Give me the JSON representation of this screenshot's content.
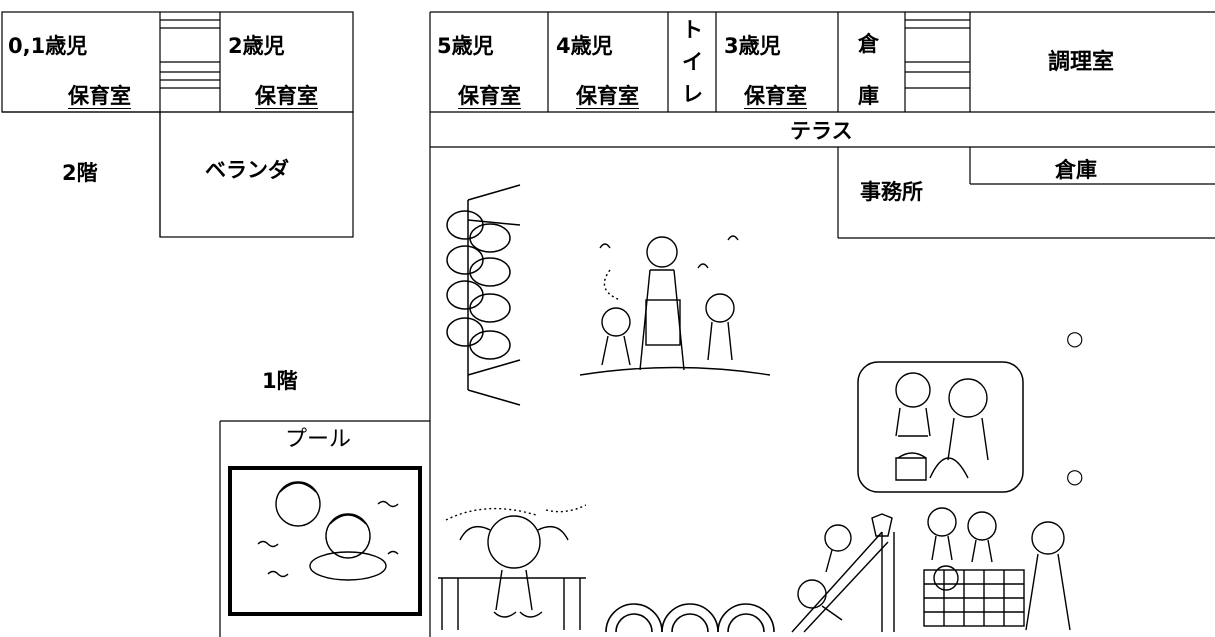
{
  "floor2": {
    "room_01": {
      "line1": "0,1歳児",
      "line2": "保育室"
    },
    "room_2": {
      "line1": "2歳児",
      "line2": "保育室"
    },
    "level_label": "2階",
    "veranda": "ベランダ"
  },
  "floor1": {
    "room_5": {
      "line1": "5歳児",
      "line2": "保育室"
    },
    "room_4": {
      "line1": "4歳児",
      "line2": "保育室"
    },
    "toilet": [
      "ト",
      "イ",
      "レ"
    ],
    "room_3": {
      "line1": "3歳児",
      "line2": "保育室"
    },
    "storage_small": [
      "倉",
      "庫"
    ],
    "kitchen": "調理室",
    "terrace": "テラス",
    "office": "事務所",
    "storage_right": "倉庫",
    "level_label": "1階",
    "pool": "プール",
    "markers": [
      "○",
      "○"
    ]
  },
  "illustrations": [
    "trellis-circles",
    "teacher-with-children",
    "children-at-sandbox",
    "children-in-pool",
    "girl-on-horizontal-bar",
    "arch-climbers",
    "children-on-slide",
    "children-at-flower-bed"
  ]
}
